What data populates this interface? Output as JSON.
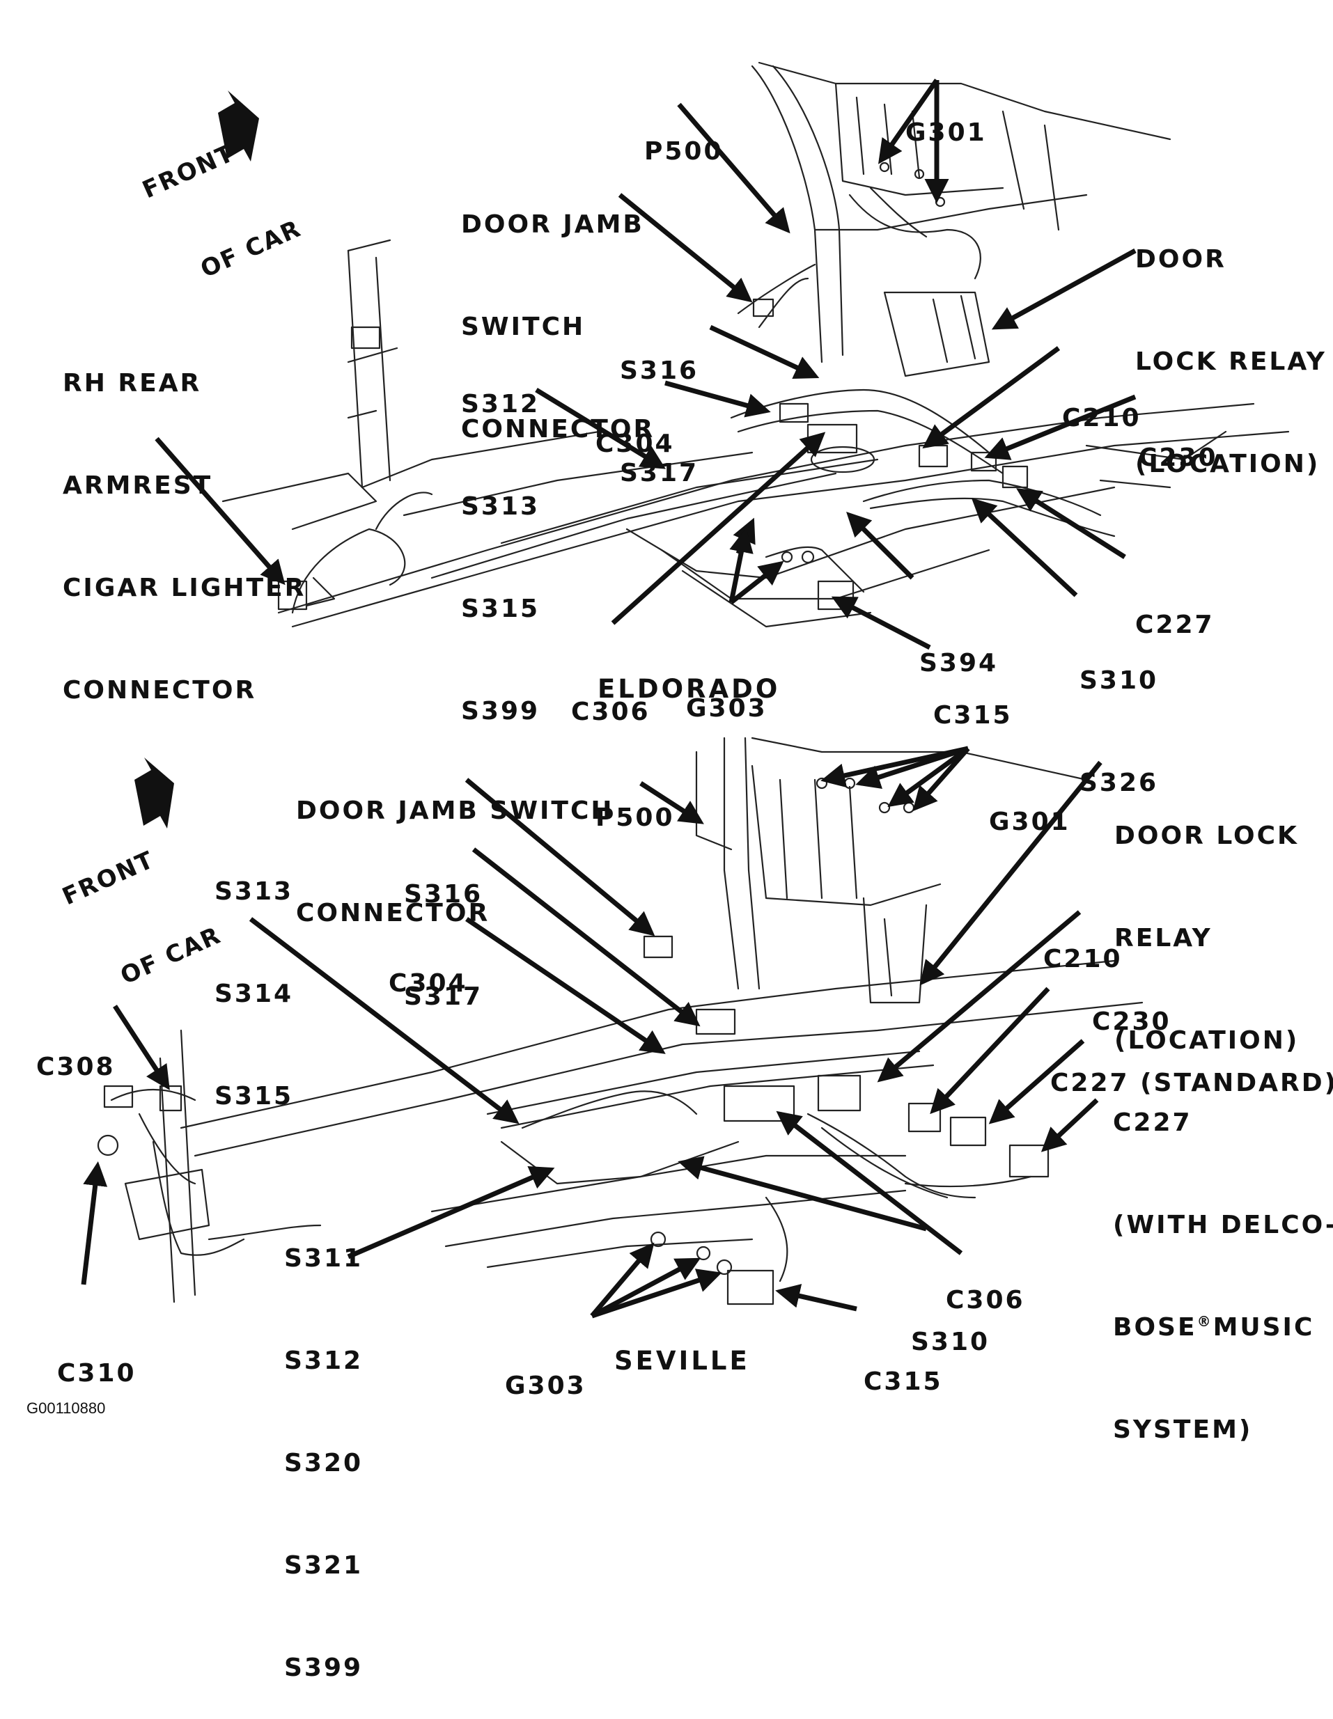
{
  "figure_code": "G00110880",
  "colors": {
    "ink": "#111111",
    "paper": "#ffffff",
    "line": "#222222"
  },
  "eldorado": {
    "title": "ELDORADO",
    "front_of_car": [
      "FRONT",
      "OF CAR"
    ],
    "labels": {
      "rh_rear_armrest": [
        "RH REAR",
        "ARMREST",
        "CIGAR LIGHTER",
        "CONNECTOR"
      ],
      "door_jamb_switch": [
        "DOOR JAMB",
        "SWITCH",
        "CONNECTOR"
      ],
      "p500": [
        "P500"
      ],
      "g301": [
        "G301"
      ],
      "door_lock_relay": [
        "DOOR",
        "LOCK RELAY",
        "(LOCATION)"
      ],
      "s316_s317": [
        "S316",
        "S317"
      ],
      "s312_group": [
        "S312",
        "S313",
        "S315",
        "S399"
      ],
      "c304": [
        "C304"
      ],
      "c210": [
        "C210"
      ],
      "c230": [
        "C230"
      ],
      "c227": [
        "C227"
      ],
      "s394": [
        "S394"
      ],
      "s310_s326": [
        "S310",
        "S326"
      ],
      "c315": [
        "C315"
      ],
      "g303": [
        "G303"
      ],
      "c306": [
        "C306"
      ]
    }
  },
  "seville": {
    "title": "SEVILLE",
    "front_of_car": [
      "FRONT",
      "OF CAR"
    ],
    "labels": {
      "door_jamb_switch": [
        "DOOR JAMB SWITCH",
        "CONNECTOR"
      ],
      "p500": [
        "P500"
      ],
      "g301": [
        "G301"
      ],
      "door_lock_relay": [
        "DOOR LOCK",
        "RELAY",
        "(LOCATION)"
      ],
      "s313_group": [
        "S313",
        "S314",
        "S315"
      ],
      "s316_s317": [
        "S316",
        "S317"
      ],
      "c304": [
        "C304"
      ],
      "c210": [
        "C210"
      ],
      "c230": [
        "C230"
      ],
      "c227_standard": [
        "C227 (STANDARD)"
      ],
      "c227_delco": [
        "C227",
        "(WITH DELCO-",
        "BOSE",
        "MUSIC",
        "SYSTEM)"
      ],
      "c308": [
        "C308"
      ],
      "c310": [
        "C310"
      ],
      "s311_group": [
        "S311",
        "S312",
        "S320",
        "S321",
        "S399"
      ],
      "g303": [
        "G303"
      ],
      "c315": [
        "C315"
      ],
      "s310": [
        "S310"
      ],
      "c306": [
        "C306"
      ]
    },
    "registered_mark": "®"
  }
}
